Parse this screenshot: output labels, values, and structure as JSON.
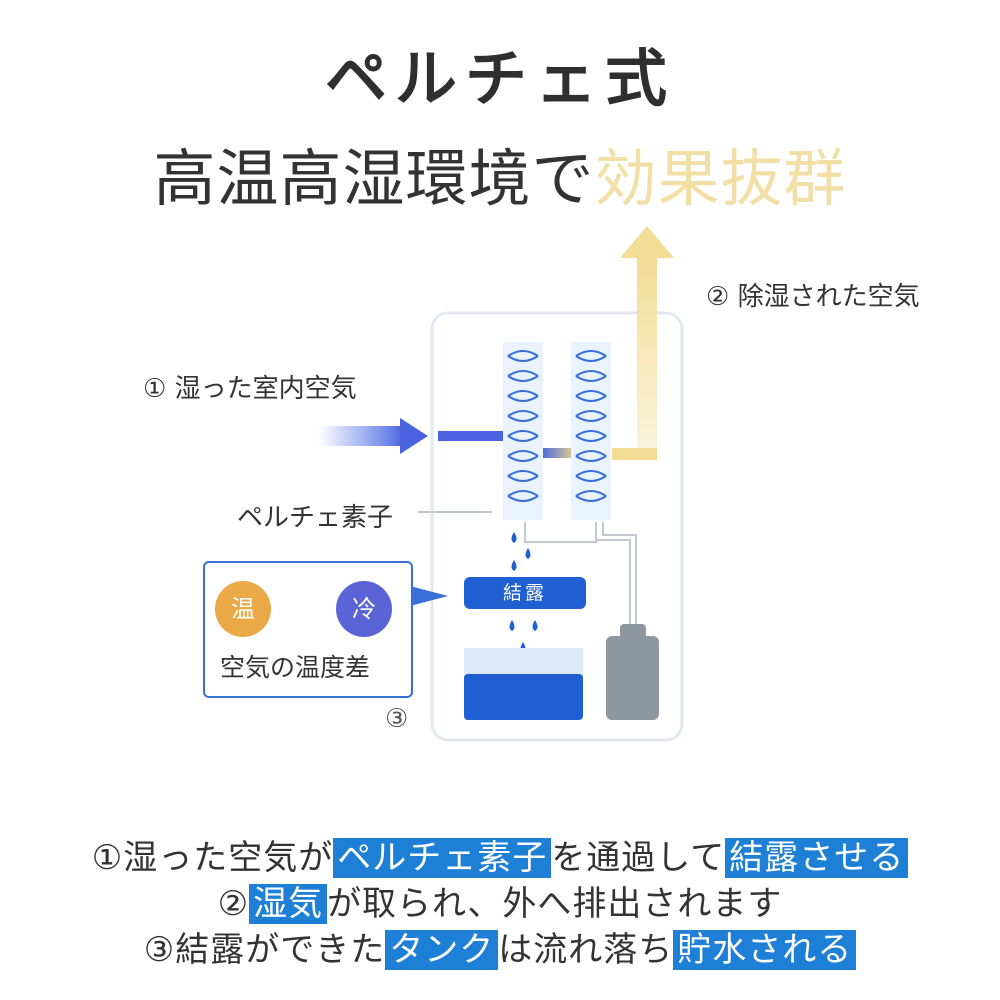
{
  "heading": {
    "title": "ペルチェ式",
    "subtitle_main": "高温高湿環境で",
    "subtitle_accent": "効果抜群"
  },
  "diagram": {
    "label_dehumidified": "② 除湿された空気",
    "label_humid_air": "① 湿った室内空気",
    "label_peltier": "ペルチェ素子",
    "condensation_label": "結露",
    "callout": {
      "warm": "温",
      "cold": "冷",
      "caption": "空気の温度差"
    },
    "marker_3": "③"
  },
  "steps": {
    "s1": {
      "prefix": "①湿った空気が",
      "hl1": "ペルチェ素子",
      "mid": "を通過して",
      "hl2": "結露させる"
    },
    "s2": {
      "prefix": "②",
      "hl1": "湿気",
      "suffix": "が取られ、外へ排出されます"
    },
    "s3": {
      "prefix": "③結露ができた",
      "hl1": "タンク",
      "mid": "は流れ落ち",
      "hl2": "貯水される"
    }
  },
  "colors": {
    "accent_gold": "#f1dfa6",
    "blue": "#1f5fd1",
    "highlight": "#1e7fd6",
    "warm": "#eaa846",
    "cold": "#5a64d6"
  }
}
